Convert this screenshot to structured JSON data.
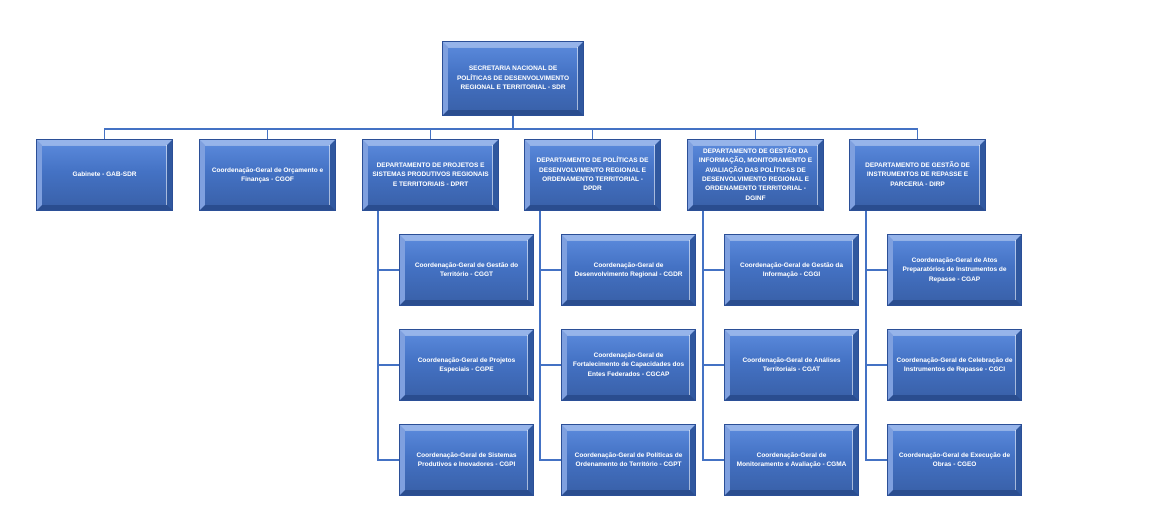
{
  "title": "Organograma SDR",
  "colors": {
    "box_fill_top": "#5988da",
    "box_fill_mid": "#4472c4",
    "box_fill_bottom": "#3a62ab",
    "bevel_light": "#96b4ea",
    "bevel_dark": "#2a4d8f",
    "connector": "#4472c4",
    "text": "#ffffff",
    "background": "#ffffff"
  },
  "org": {
    "root": {
      "label": "SECRETARIA NACIONAL DE POLÍTICAS DE DESENVOLVIMENTO REGIONAL E TERRITORIAL - SDR"
    },
    "children": [
      {
        "label": "Gabinete - GAB-SDR",
        "children": []
      },
      {
        "label": "Coordenação-Geral de Orçamento e Finanças - CGOF",
        "children": []
      },
      {
        "label": "DEPARTAMENTO DE PROJETOS E SISTEMAS PRODUTIVOS REGIONAIS E TERRITORIAIS - DPRT",
        "children": [
          {
            "label": "Coordenação-Geral de Gestão do Território - CGGT"
          },
          {
            "label": "Coordenação-Geral de Projetos Especiais - CGPE"
          },
          {
            "label": "Coordenação-Geral de Sistemas Produtivos e Inovadores - CGPI"
          }
        ]
      },
      {
        "label": "DEPARTAMENTO DE POLÍTICAS DE DESENVOLVIMENTO REGIONAL E ORDENAMENTO TERRITORIAL - DPDR",
        "children": [
          {
            "label": "Coordenação-Geral de Desenvolvimento Regional - CGDR"
          },
          {
            "label": "Coordenação-Geral de Fortalecimento de Capacidades dos Entes Federados - CGCAP"
          },
          {
            "label": "Coordenação-Geral de Políticas de Ordenamento do Território - CGPT"
          }
        ]
      },
      {
        "label": "DEPARTAMENTO DE GESTÃO DA INFORMAÇÃO, MONITORAMENTO E AVALIAÇÃO DAS POLÍTICAS DE DESENVOLVIMENTO REGIONAL E ORDENAMENTO TERRITORIAL - DGINF",
        "children": [
          {
            "label": "Coordenação-Geral de Gestão da Informação - CGGI"
          },
          {
            "label": "Coordenação-Geral de Análises Territoriais - CGAT"
          },
          {
            "label": "Coordenação-Geral de Monitoramento e Avaliação - CGMA"
          }
        ]
      },
      {
        "label": "DEPARTAMENTO DE GESTÃO DE INSTRUMENTOS DE REPASSE E PARCERIA - DIRP",
        "children": [
          {
            "label": "Coordenação-Geral de Atos Preparatórios de Instrumentos de Repasse - CGAP"
          },
          {
            "label": "Coordenação-Geral de Celebração de Instrumentos de Repasse - CGCI"
          },
          {
            "label": "Coordenação-Geral de Execução de Obras - CGEO"
          }
        ]
      }
    ]
  }
}
